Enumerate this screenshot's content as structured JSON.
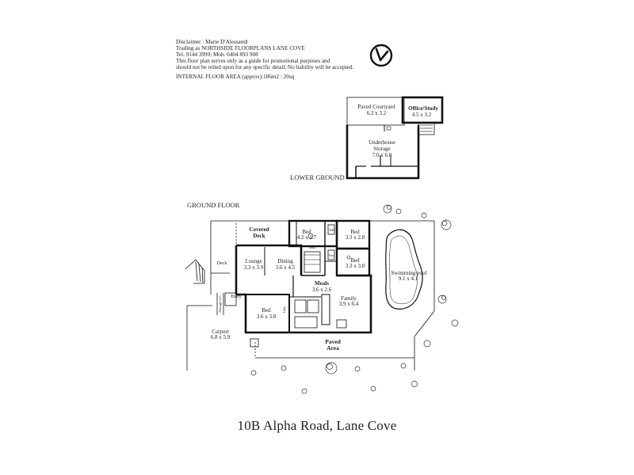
{
  "disclaimer": {
    "line1": "Disclaimer :       Marie D'Alessandr",
    "line2": "Trading as NORTHSIDE FLOORPLANS LANE COVE",
    "line3": "Tel. 9144 3999; Mob. 0404 893 908",
    "line4": "This floor plan serves only as a guide for promotional purposes and",
    "line5": "should not be relied upon for any specific detail. No liability will be accepted."
  },
  "floor_area": "INTERNAL FLOOR AREA (approx):186m2 : 20sq",
  "logo": {
    "icon": "floorplan-company-logo-icon"
  },
  "lower_ground": {
    "title": "LOWER GROUND",
    "rooms": {
      "paved_courtyard": {
        "name": "Paved Courtyard",
        "dims": "6.2 x 3.2"
      },
      "office_study": {
        "name": "Office/Study",
        "dims": "4.5 x 3.2"
      },
      "underhouse_storage": {
        "name1": "Underhouse",
        "name2": "Storage",
        "dims": "7.0 x 6.0"
      }
    }
  },
  "ground_floor": {
    "title": "GROUND FLOOR",
    "rooms": {
      "covered_deck": {
        "name1": "Covered",
        "name2": "Deck"
      },
      "bed_top": {
        "name": "Bed",
        "dims": "4.2 x 2.7"
      },
      "bed_right_top": {
        "name": "Bed",
        "dims": "3.3 x 2.8"
      },
      "bed_right_mid": {
        "name": "Bed",
        "dims": "3.3 x 3.0"
      },
      "deck": {
        "name": "Deck"
      },
      "lounge": {
        "name": "Lounge",
        "dims": "3.3 x 3.9"
      },
      "dining": {
        "name": "Dining",
        "dims": "3.6 x 4.5"
      },
      "meals": {
        "name": "Meals",
        "dims": "3.6 x 2.6"
      },
      "family": {
        "name": "Family",
        "dims": "3.9 x 6.4"
      },
      "entry": {
        "name": "Entry"
      },
      "bed_bottom": {
        "name": "Bed",
        "dims": "3.6 x 3.8"
      },
      "carport": {
        "name": "Carport",
        "dims": "6.8 x 5.9"
      },
      "swimming_pool": {
        "name": "Swimming pool",
        "dims": "9.1 x 4.1"
      },
      "paved_area": {
        "name1": "Paved",
        "name2": "Area"
      },
      "storage_cell": {
        "name": "Storage cell"
      },
      "wir": {
        "name": "WIR"
      },
      "bath": {
        "name": "Bath"
      },
      "ens": {
        "name": "Ens"
      },
      "ldry": {
        "name": "Ldry"
      }
    }
  },
  "address": "10B Alpha Road, Lane Cove"
}
